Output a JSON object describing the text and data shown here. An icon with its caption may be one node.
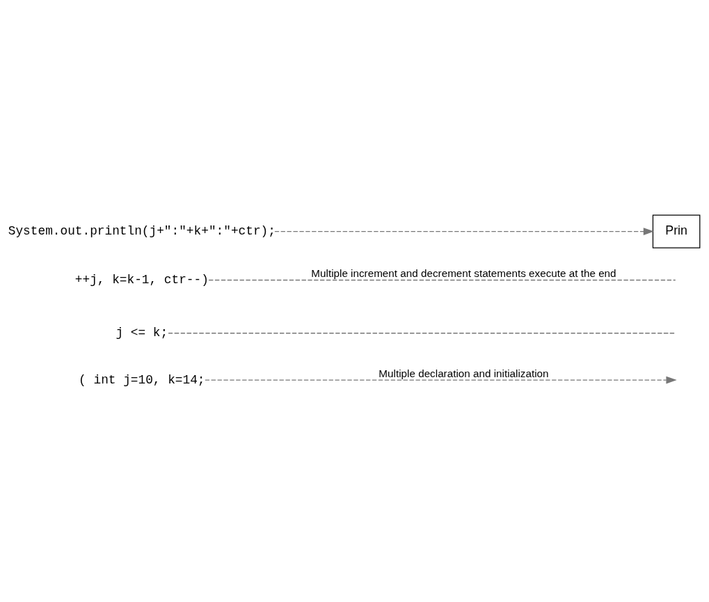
{
  "diagram": {
    "nodes": [
      {
        "text": [
          "( int j=10, k=14;"
        ]
      },
      {
        "text": [
          "j <= k;"
        ]
      },
      {
        "text": [
          "++j, k=k-1, ctr--)"
        ]
      },
      {
        "text": [
          "System.out.println(j+\":\"+k+\":\"+ctr);"
        ]
      },
      {
        "text": [
          "Prin"
        ]
      }
    ],
    "edges": [
      {
        "from": 0,
        "to": null,
        "arrow": "to",
        "label": "Multiple declaration and initialization",
        "style": "dashed"
      },
      {
        "from": 1,
        "to": null,
        "arrow": "none",
        "style": "dashed"
      },
      {
        "from": 2,
        "to": null,
        "arrow": "none",
        "label": "Multiple increment and decrement statements execute at the end",
        "style": "dashed"
      },
      {
        "from": 3,
        "to": 4,
        "arrow": "to",
        "style": "dashed"
      }
    ]
  }
}
